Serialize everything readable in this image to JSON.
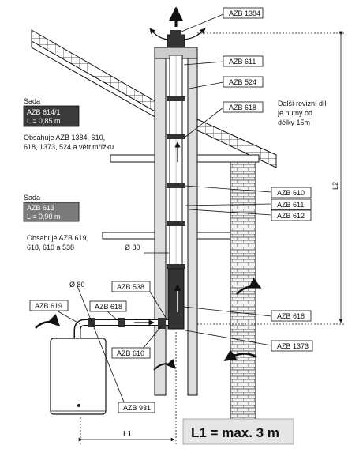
{
  "labels": {
    "azb1384": "AZB 1384",
    "azb611_top": "AZB 611",
    "azb524": "AZB 524",
    "azb618_top": "AZB 618",
    "azb610_right": "AZB 610",
    "azb611_right": "AZB 611",
    "azb612": "AZB 612",
    "azb538": "AZB 538",
    "azb618_mid": "AZB 618",
    "azb1373": "AZB 1373",
    "azb619": "AZB 619",
    "azb618_left": "AZB 618",
    "azb610_bottom": "AZB 610",
    "azb931": "AZB 931"
  },
  "kit1": {
    "title": "Sada",
    "code": "AZB 614/1",
    "length": "L = 0,85 m",
    "contents": [
      "Obsahuje AZB 1384, 610,",
      "618, 1373, 524 a větr.mřížku"
    ]
  },
  "kit2": {
    "title": "Sada",
    "code": "AZB 613",
    "length": "L = 0,90 m",
    "contents": [
      "Obsahuje AZB 619,",
      "618, 610 a 538"
    ]
  },
  "revision_note": [
    "Další revizní díl",
    "je nutný od",
    "délky 15m"
  ],
  "diameters": {
    "vertical": "Ø 80",
    "horizontal": "Ø 80"
  },
  "dimensions": {
    "l1": "L1",
    "l2": "L2"
  },
  "formula": "L1 = max. 3 m",
  "colors": {
    "line": "#111111",
    "kit_box": "#3a3a3a",
    "kit_box2": "#7a7a7a",
    "pipe_dark": "#333333",
    "formula_bg": "#e6e6e6"
  }
}
